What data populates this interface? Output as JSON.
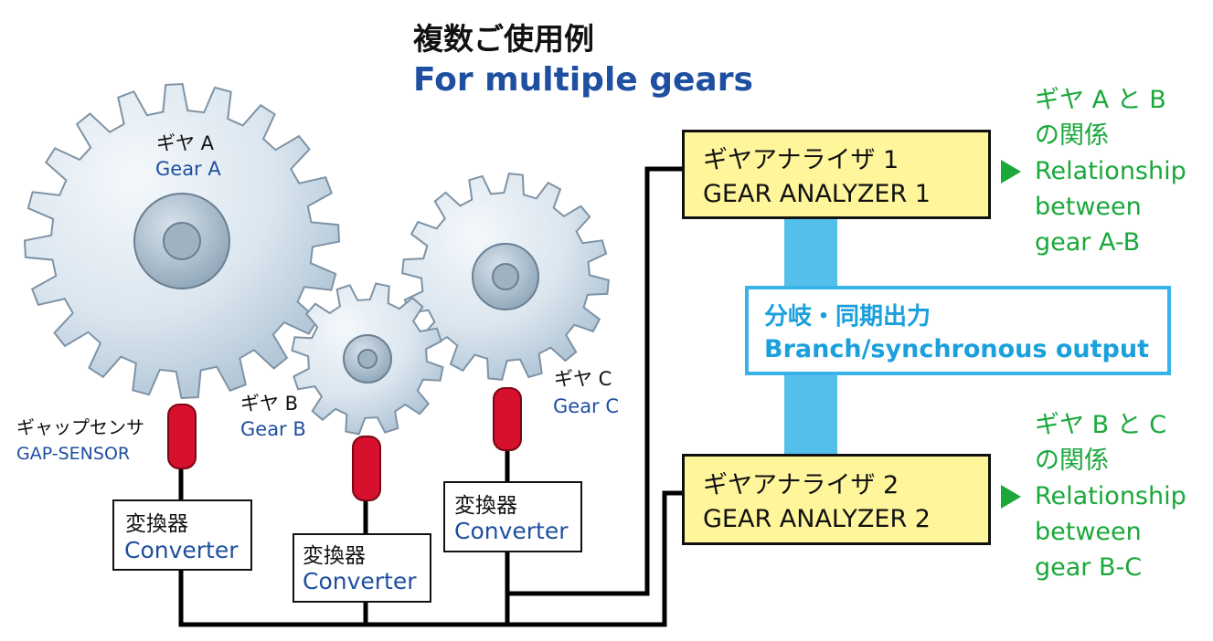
{
  "title": {
    "jp": "複数ご使用例",
    "en": "For multiple gears"
  },
  "gears": [
    {
      "jp": "ギヤ A",
      "en": "Gear A"
    },
    {
      "jp": "ギヤ B",
      "en": "Gear B"
    },
    {
      "jp": "ギヤ C",
      "en": "Gear C"
    }
  ],
  "sensor": {
    "jp": "ギャップセンサ",
    "en": "GAP-SENSOR"
  },
  "converters": [
    {
      "jp": "変換器",
      "en": "Converter"
    },
    {
      "jp": "変換器",
      "en": "Converter"
    },
    {
      "jp": "変換器",
      "en": "Converter"
    }
  ],
  "analyzers": [
    {
      "jp": "ギヤアナライザ 1",
      "en": "GEAR ANALYZER 1"
    },
    {
      "jp": "ギヤアナライザ 2",
      "en": "GEAR ANALYZER 2"
    }
  ],
  "branch": {
    "jp": "分岐・同期出力",
    "en": "Branch/synchronous output"
  },
  "results": [
    {
      "line1": "ギヤ A と B",
      "line2": "の関係",
      "line3": "Relationship",
      "line4": "between",
      "line5": "gear A-B"
    },
    {
      "line1": "ギヤ B と C",
      "line2": "の関係",
      "line3": "Relationship",
      "line4": "between",
      "line5": "gear B-C"
    }
  ],
  "colors": {
    "accent_blue": "#1f4fa0",
    "green": "#1aa83a",
    "analyzer_fill": "#fff59a",
    "branch_bar": "#55bfec",
    "sensor_red": "#d6102d"
  }
}
